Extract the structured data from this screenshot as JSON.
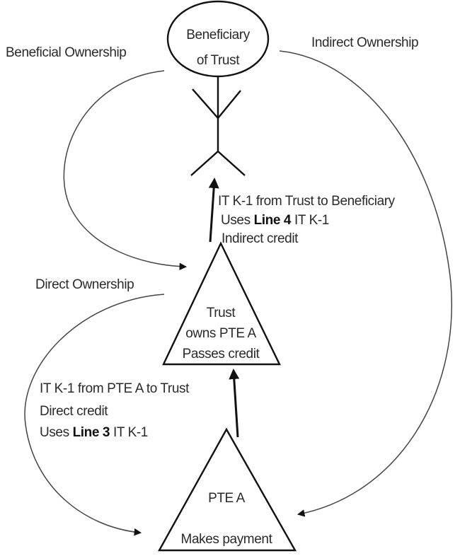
{
  "nodes": {
    "beneficiary": {
      "line1": "Beneficiary",
      "line2": "of Trust",
      "shape": "stick-figure-with-ellipse-head"
    },
    "trust": {
      "line1": "Trust",
      "line2": "owns PTE A",
      "line3": "Passes credit",
      "shape": "triangle"
    },
    "pte": {
      "line1": "PTE A",
      "line2": "Makes payment",
      "shape": "triangle"
    }
  },
  "edges": {
    "beneficial_ownership": {
      "label": "Beneficial Ownership",
      "from": "beneficiary",
      "to": "trust"
    },
    "indirect_ownership": {
      "label": "Indirect Ownership",
      "from": "beneficiary",
      "to": "pte"
    },
    "direct_ownership": {
      "label": "Direct Ownership",
      "from": "trust",
      "to": "pte"
    },
    "trust_to_beneficiary": {
      "from": "trust",
      "to": "beneficiary",
      "line1": "IT K-1 from Trust to Beneficiary",
      "line2_pre": "Uses ",
      "line2_bold": "Line 4",
      "line2_post": " IT K-1",
      "line3": "Indirect credit"
    },
    "pte_to_trust": {
      "from": "pte",
      "to": "trust",
      "line1": "IT K-1 from PTE A to Trust",
      "line2": "Direct credit",
      "line3_pre": "Uses ",
      "line3_bold": "Line 3",
      "line3_post": " IT K-1"
    }
  },
  "colors": {
    "ink": "#111111",
    "text": "#2a2a2a",
    "background": "#ffffff"
  }
}
